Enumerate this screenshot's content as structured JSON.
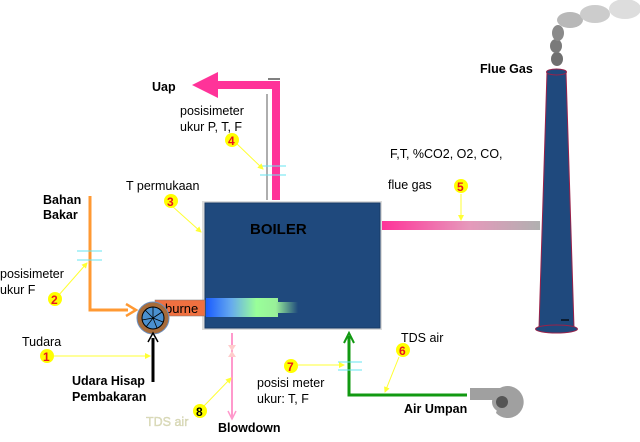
{
  "title": "Boiler measurement point diagram",
  "colors": {
    "boiler_fill": "#1f497d",
    "steam_pipe": "#ff3399",
    "fuel_pipe": "#ff9933",
    "feedwater_pipe": "#119911",
    "air_line": "#000000",
    "blowdown_pipe": "#ff99cc",
    "marker_fill": "#ffff00",
    "marker_text": "#e8141e",
    "pointer_line": "#ffff33",
    "meter_tick": "#66e6f0",
    "burner_fill": "#f07040",
    "fan_body": "#a66b3a",
    "pump_body": "#a0a0a0"
  },
  "boiler": {
    "label": "BOILER"
  },
  "burner": {
    "label": "burne"
  },
  "labels": {
    "steam": "Uap",
    "steam_meter": [
      "posisimeter",
      "ukur P, T, F"
    ],
    "surface_temp": "T  permukaan",
    "fuel": [
      "Bahan",
      "Bakar"
    ],
    "fuel_meter": [
      "posisimeter",
      "ukur F"
    ],
    "air_temp": "Tudara",
    "combustion_air": [
      "Udara Hisap",
      "Pembakaran"
    ],
    "blowdown": "Blowdown",
    "blowdown_tds": "TDS air",
    "feedwater_meter": [
      "posisi meter",
      "ukur: T, F"
    ],
    "feedwater_tds": "TDS air",
    "feedwater": "Air Umpan",
    "flue_params": "F,T, %CO2, O2, CO,",
    "flue_gas_label": "flue gas",
    "stack": "Flue Gas"
  },
  "markers": [
    {
      "id": "1",
      "point": "air temperature"
    },
    {
      "id": "2",
      "point": "fuel flow"
    },
    {
      "id": "3",
      "point": "surface temperature"
    },
    {
      "id": "4",
      "point": "steam P, T, F"
    },
    {
      "id": "5",
      "point": "flue gas"
    },
    {
      "id": "6",
      "point": "feedwater TDS"
    },
    {
      "id": "7",
      "point": "feedwater T, F"
    },
    {
      "id": "8",
      "point": "blowdown TDS"
    }
  ]
}
